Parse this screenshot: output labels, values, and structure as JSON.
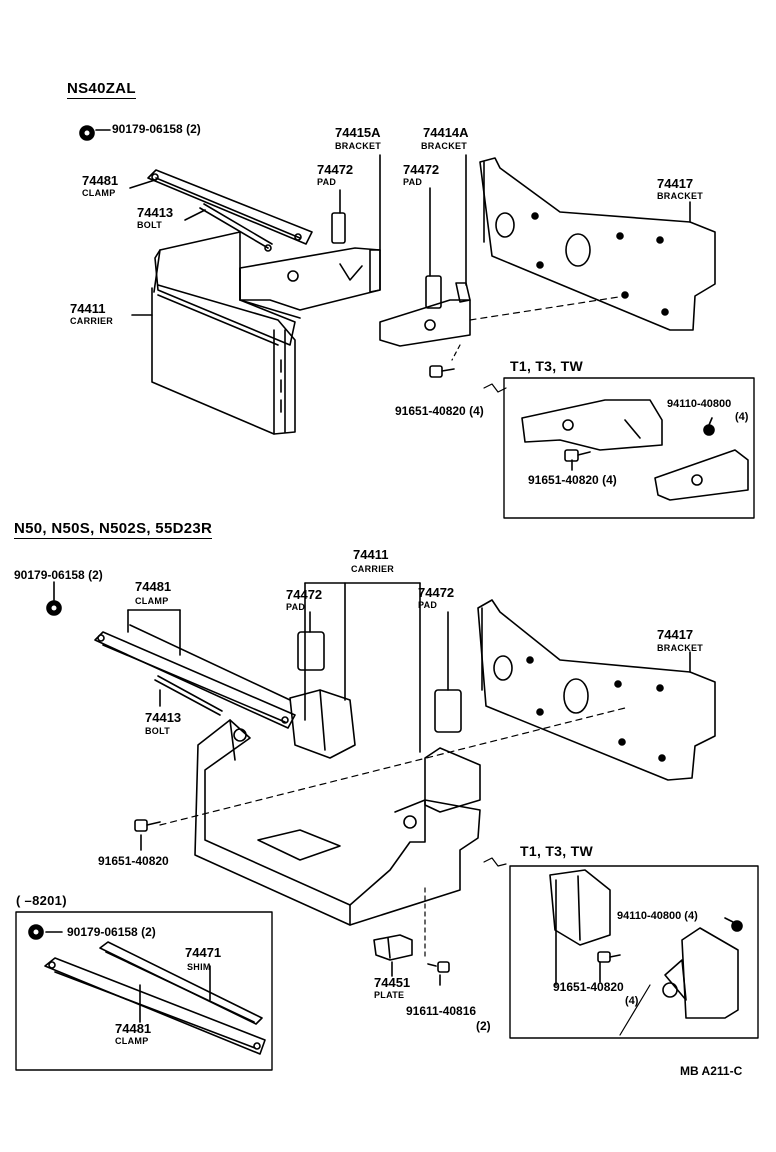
{
  "sections": {
    "top_model": "NS40ZAL",
    "bottom_model": "N50, N50S, N502S, 55D23R",
    "top_variant": "T1, T3, TW",
    "bottom_variant": "T1, T3, TW",
    "date_range": "(        –8201)"
  },
  "parts": {
    "p90179_top": "90179-06158 (2)",
    "p74481_top": "74481",
    "n74481_top": "CLAMP",
    "p74413_top": "74413",
    "n74413_top": "BOLT",
    "p74411_top": "74411",
    "n74411_top": "CARRIER",
    "p74415A": "74415A",
    "n74415A": "BRACKET",
    "p74414A": "74414A",
    "n74414A": "BRACKET",
    "p74472_t1": "74472",
    "n74472_t1": "PAD",
    "p74472_t2": "74472",
    "n74472_t2": "PAD",
    "p74417_top": "74417",
    "n74417_top": "BRACKET",
    "p91651_top": "91651-40820 (4)",
    "p94110_top": "94110-40800",
    "q94110_top": "(4)",
    "p91651_tbox": "91651-40820 (4)",
    "p90179_bot": "90179-06158 (2)",
    "p74481_bot": "74481",
    "n74481_bot": "CLAMP",
    "p74411_bot": "74411",
    "n74411_bot": "CARRIER",
    "p74472_b1": "74472",
    "n74472_b1": "PAD",
    "p74472_b2": "74472",
    "n74472_b2": "PAD",
    "p74417_bot": "74417",
    "n74417_bot": "BRACKET",
    "p74413_bot": "74413",
    "n74413_bot": "BOLT",
    "p91651_bot": "91651-40820",
    "p74451": "74451",
    "n74451": "PLATE",
    "p91611": "91611-40816",
    "q91611": "(2)",
    "p94110_bot": "94110-40800 (4)",
    "p91651_bbox": "91651-40820",
    "q91651_bbox": "(4)",
    "p90179_inset": "90179-06158 (2)",
    "p74471": "74471",
    "n74471": "SHIM",
    "p74481_inset": "74481",
    "n74481_inset": "CLAMP"
  },
  "footer": "MB  A211-C"
}
